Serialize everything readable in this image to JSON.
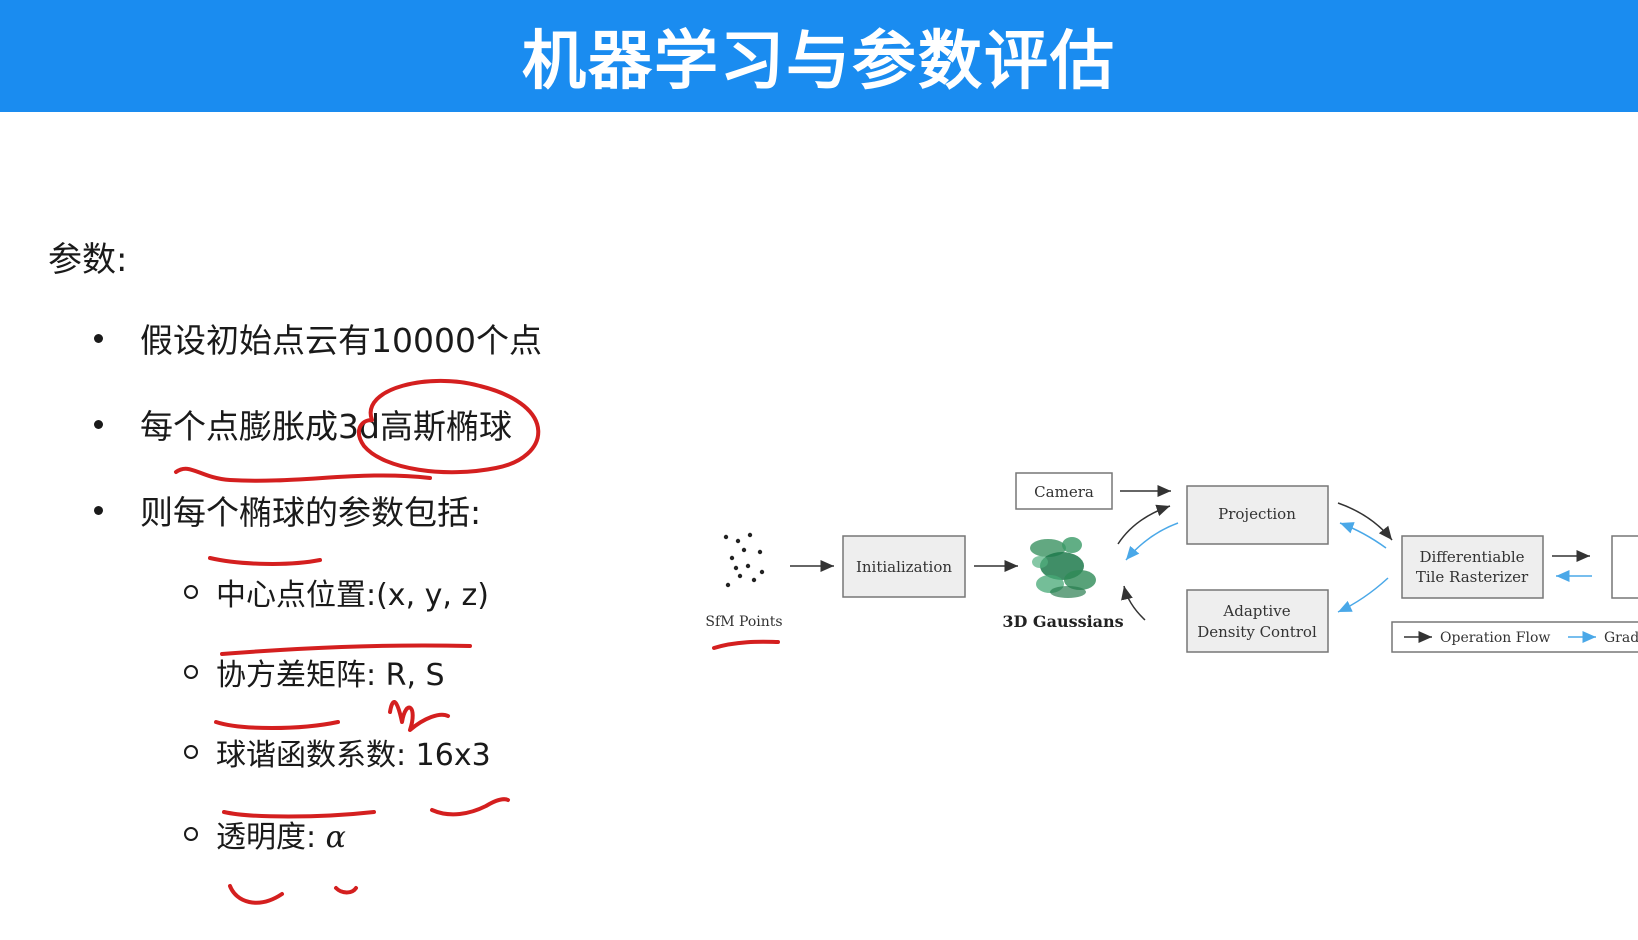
{
  "title": "机器学习与参数评估",
  "heading": "参数:",
  "bullets": [
    "假设初始点云有10000个点",
    "每个点膨胀成3d高斯椭球",
    "则每个椭球的参数包括:"
  ],
  "sub_items": [
    "中心点位置:(x, y, z)",
    "协方差矩阵: R, S",
    "球谐函数系数: 16x3",
    "透明度: "
  ],
  "alpha_symbol": "α",
  "diagram": {
    "sfm_points": "SfM Points",
    "initialization": "Initialization",
    "gaussians": "3D Gaussians",
    "camera": "Camera",
    "projection": "Projection",
    "adaptive_line1": "Adaptive",
    "adaptive_line2": "Density Control",
    "rasterizer_line1": "Differentiable",
    "rasterizer_line2": "Tile Rasterizer",
    "legend_operation": "Operation Flow",
    "legend_gradient": "Grad"
  },
  "colors": {
    "title_bar": "#1a8cf0",
    "annotation_ink": "#d41f1f",
    "gradient_arrow": "#4aa8e8",
    "gaussian_green": "#2e8b57"
  }
}
